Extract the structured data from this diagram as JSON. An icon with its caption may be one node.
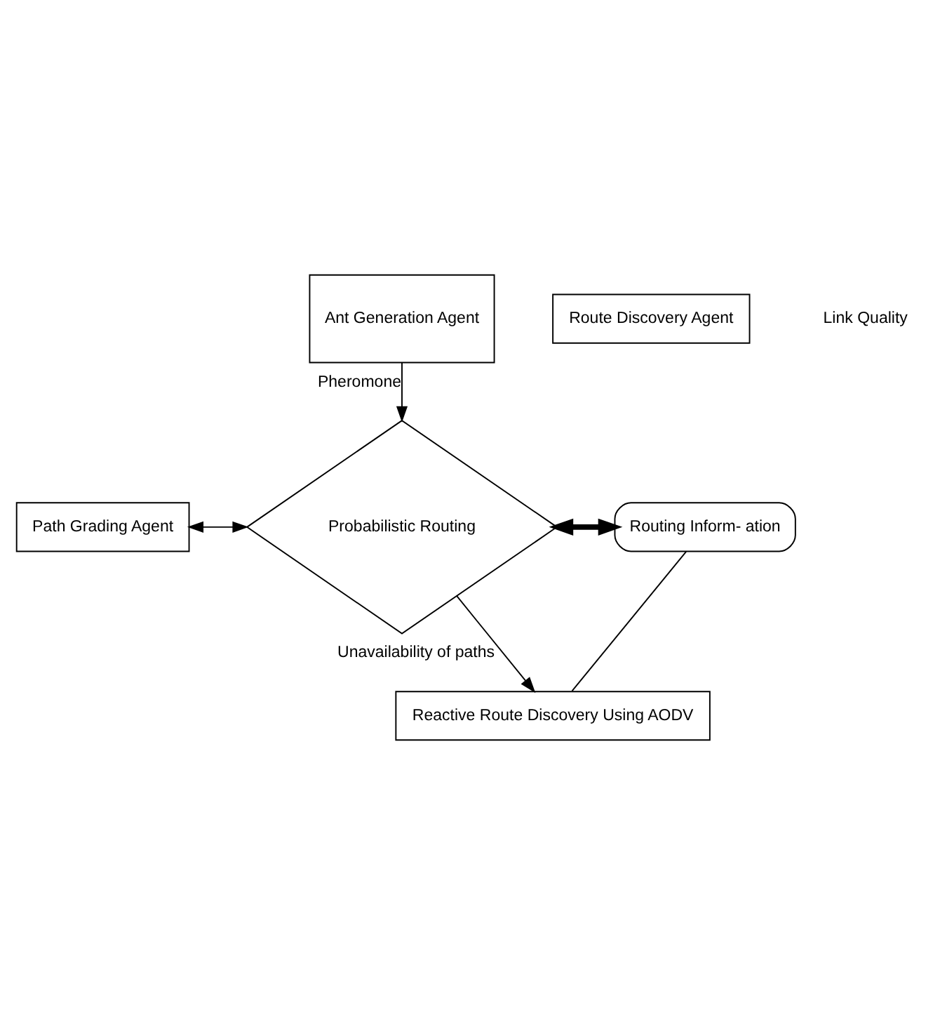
{
  "diagram": {
    "nodes": [
      {
        "text": [
          "Ant Generation Agent"
        ]
      },
      {
        "text": [
          "Probabilistic Routing"
        ]
      },
      {
        "text": [
          "Route Discovery Agent"
        ]
      },
      {
        "text": [
          "Path Grading Agent"
        ]
      },
      {
        "text": [
          "Routing Inform- ation"
        ]
      },
      {
        "text": [
          "Reactive Route Discovery Using AODV"
        ]
      }
    ],
    "edges": [
      {
        "from": 0,
        "to": 1,
        "arrow": "to",
        "label": "Pheromone"
      },
      {
        "from": 3,
        "to": 1,
        "arrow": "both"
      },
      {
        "from": 1,
        "to": 4,
        "arrow": "both",
        "style": "thick"
      },
      {
        "from": 1,
        "to": 5,
        "arrow": "to",
        "label": "Unavailability of paths"
      },
      {
        "from": 4,
        "to": 5,
        "arrow": "none"
      }
    ],
    "labels": [
      "Link Quality"
    ]
  }
}
